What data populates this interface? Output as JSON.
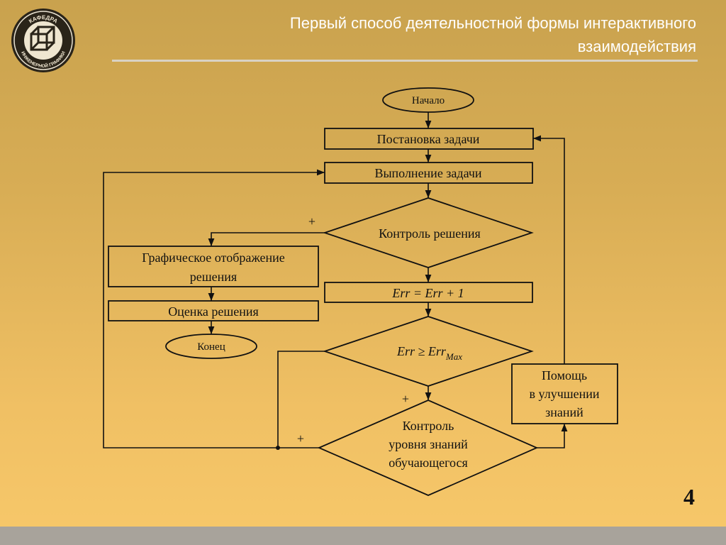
{
  "header": {
    "title_line1": "Первый способ деятельностной формы интерактивного",
    "title_line2": "взаимодействия"
  },
  "logo": {
    "top_text": "КАФЕДРА",
    "bottom_text": "ИНЖЕНЕРНОЙ ГРАФИКИ"
  },
  "flowchart": {
    "start": "Начало",
    "task_setting": "Постановка задачи",
    "task_execution": "Выполнение задачи",
    "solution_control": "Контроль решения",
    "graphic_display_line1": "Графическое отображение",
    "graphic_display_line2": "решения",
    "solution_evaluation": "Оценка решения",
    "end": "Конец",
    "err_update": "Err = Err + 1",
    "err_check_base": "Err ≥ Err",
    "err_check_sub": "Max",
    "help_line1": "Помощь",
    "help_line2": "в улучшении",
    "help_line3": "знаний",
    "knowledge_control_line1": "Контроль",
    "knowledge_control_line2": "уровня знаний",
    "knowledge_control_line3": "обучающегося",
    "plus_label": "+"
  },
  "colors": {
    "line": "#111111",
    "header_text": "#ffffff",
    "rule": "#d9d2c4",
    "footer": "#a8a39b"
  },
  "slide": {
    "number": "4"
  }
}
